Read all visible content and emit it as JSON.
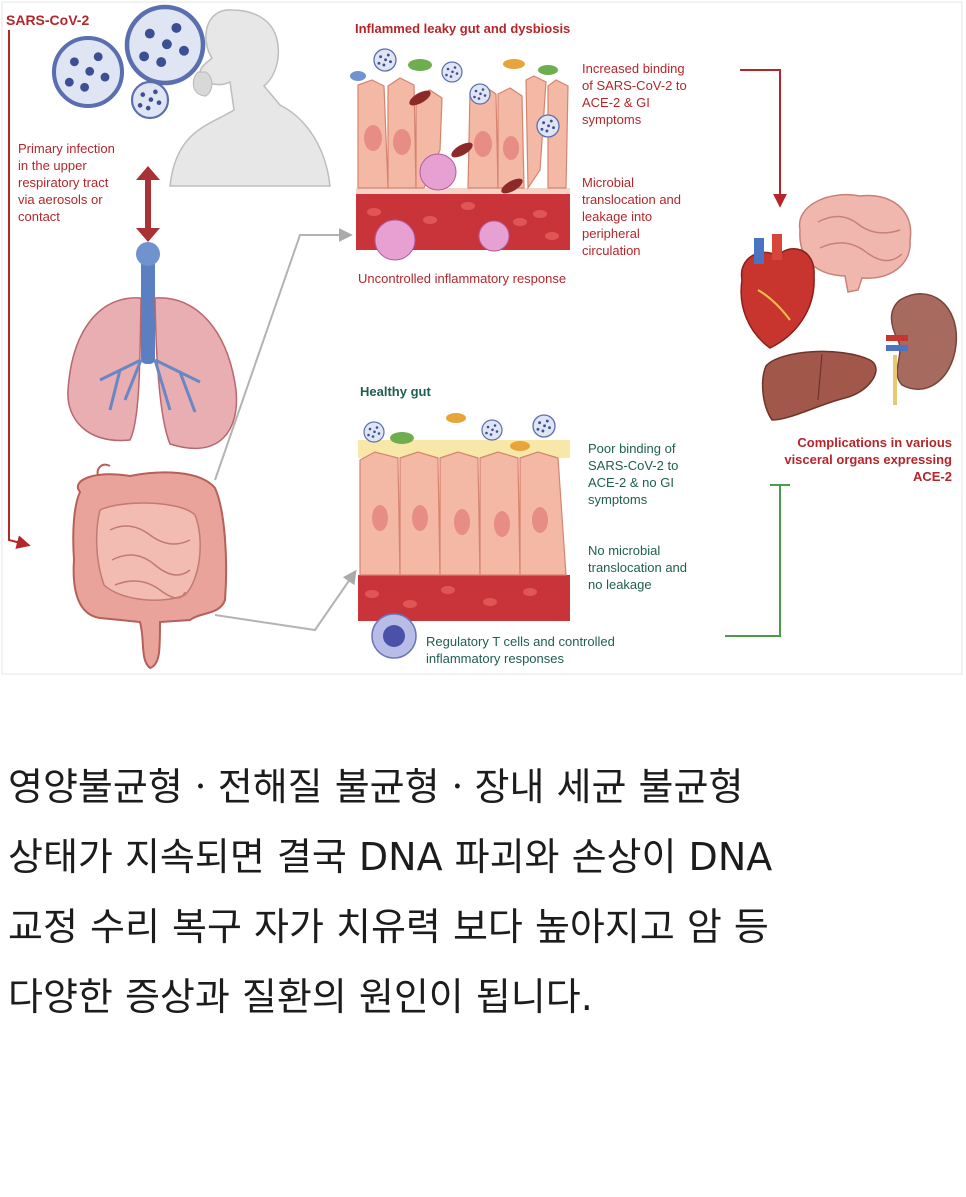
{
  "figure": {
    "labels": {
      "sars_cov2": "SARS-CoV-2",
      "primary_infection": "Primary infection\nin the upper\nrespiratory tract\nvia aerosols or\ncontact",
      "inflamed_title": "Inflammed leaky gut and dysbiosis",
      "increased_binding": "Increased binding\nof SARS-CoV-2 to\nACE-2 & GI\nsymptoms",
      "microbial_translocation": "Microbial\ntranslocation and\nleakage into\nperipheral\ncirculation",
      "uncontrolled": "Uncontrolled inflammatory response",
      "healthy_title": "Healthy gut",
      "poor_binding": "Poor binding of\nSARS-CoV-2 to\nACE-2 & no GI\nsymptoms",
      "no_microbial": "No microbial\ntranslocation and\nno leakage",
      "regulatory": "Regulatory T cells and controlled\ninflammatory responses",
      "complications": "Complications in various\nvisceral organs expressing\nACE-2"
    },
    "colors": {
      "red_text": "#b5262b",
      "green_text": "#1f5e50",
      "cell_pink": "#f4b9a5",
      "nucleus": "#e88c86",
      "blood": "#c42e2e",
      "virus": "#5a6fb0"
    }
  },
  "caption": {
    "line1": "영양불균형ㆍ전해질 불균형ㆍ장내 세균 불균형",
    "line2": "상태가 지속되면 결국 DNA 파괴와 손상이 DNA",
    "line3": "교정 수리 복구 자가 치유력 보다 높아지고 암 등",
    "line4": "다양한 증상과 질환의 원인이 됩니다."
  }
}
